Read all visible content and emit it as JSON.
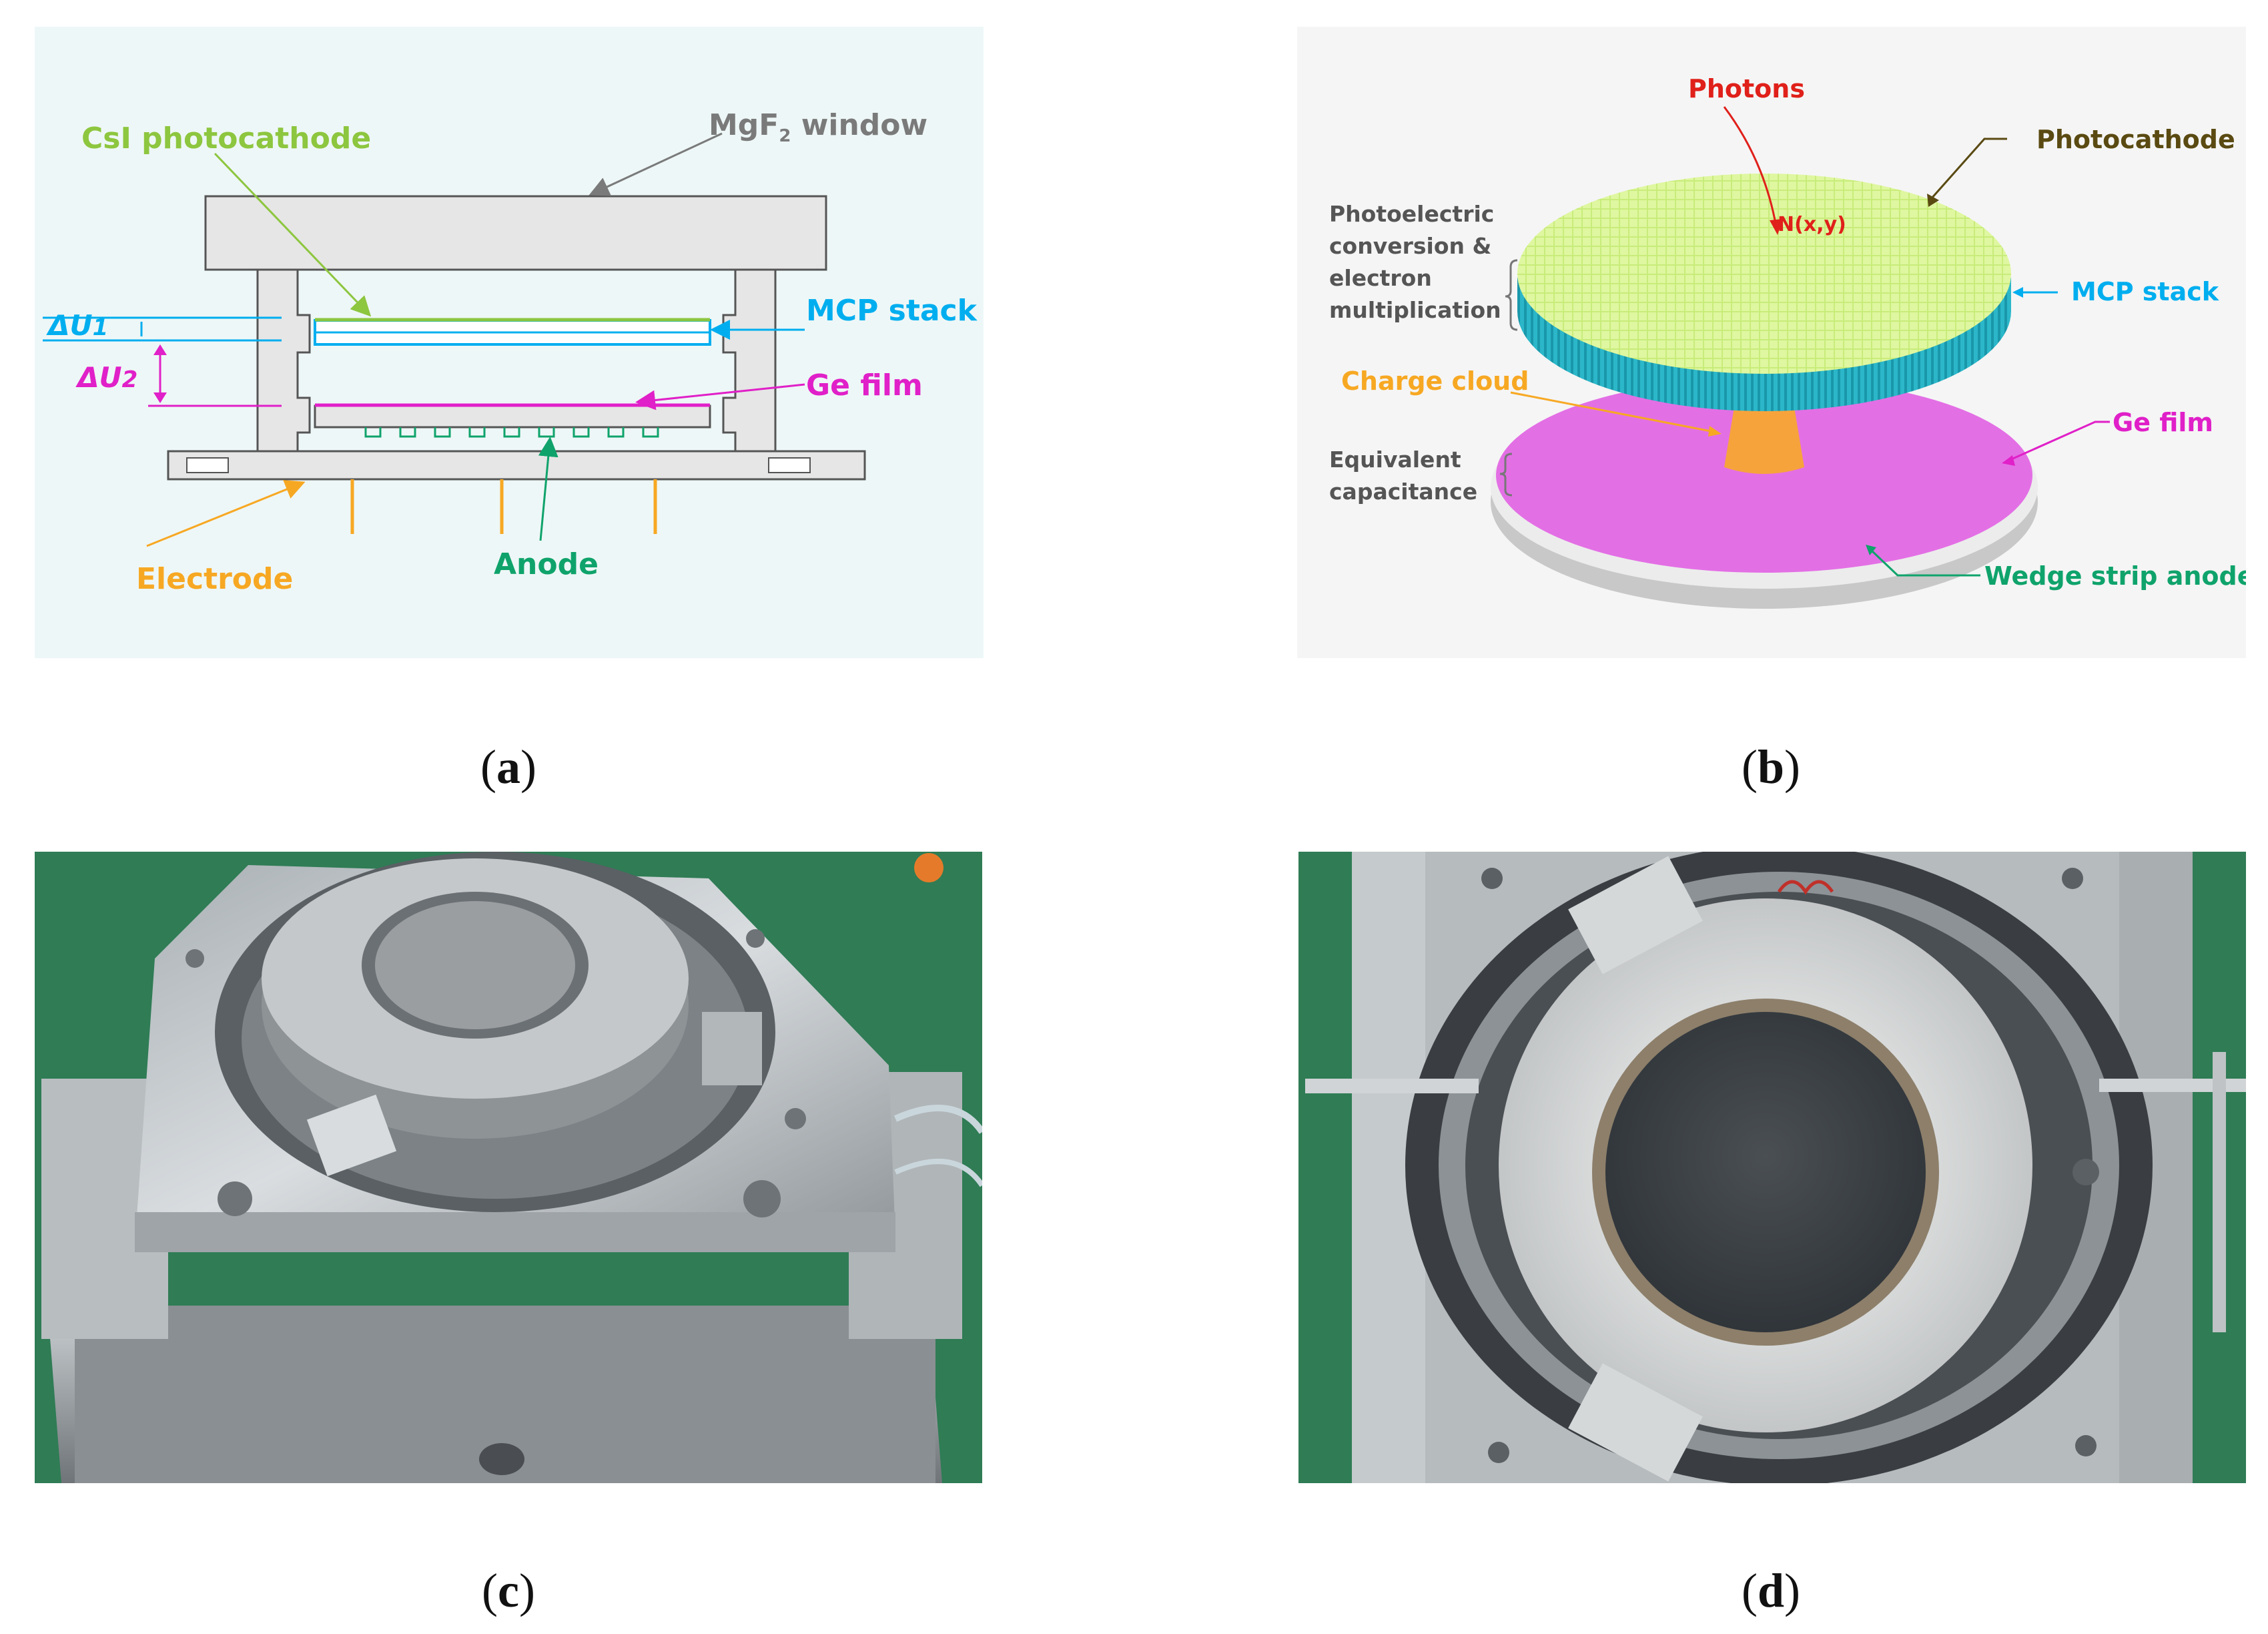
{
  "panel_a": {
    "labels": {
      "csi": "CsI photocathode",
      "mgf_prefix": "MgF",
      "mgf_sub": "2",
      "mgf_suffix": " window",
      "du1": "ΔU",
      "du1_sub": "1",
      "du2": "ΔU",
      "du2_sub": "2",
      "mcp": "MCP stack",
      "ge": "Ge film",
      "electrode": "Electrode",
      "anode": "Anode"
    },
    "caption": "a"
  },
  "panel_b": {
    "labels": {
      "photons": "Photons",
      "photocathode": "Photocathode",
      "nxy": "N(x,y)",
      "pe1": "Photoelectric",
      "pe2": "conversion &",
      "pe3": "electron",
      "pe4": "multiplication",
      "mcp": "MCP stack",
      "charge": "Charge cloud",
      "ge": "Ge film",
      "eq1": "Equivalent",
      "eq2": "capacitance",
      "wsa": "Wedge strip anode"
    },
    "caption": "b"
  },
  "panel_c": {
    "caption": "c"
  },
  "panel_d": {
    "caption": "d"
  },
  "colors": {
    "green_label": "#8dc63f",
    "cyan": "#00aeef",
    "magenta": "#e020c8",
    "orange": "#f7a823",
    "anode_green": "#0fa36b",
    "grey_text": "#7a7a7a",
    "red": "#e0201a"
  }
}
